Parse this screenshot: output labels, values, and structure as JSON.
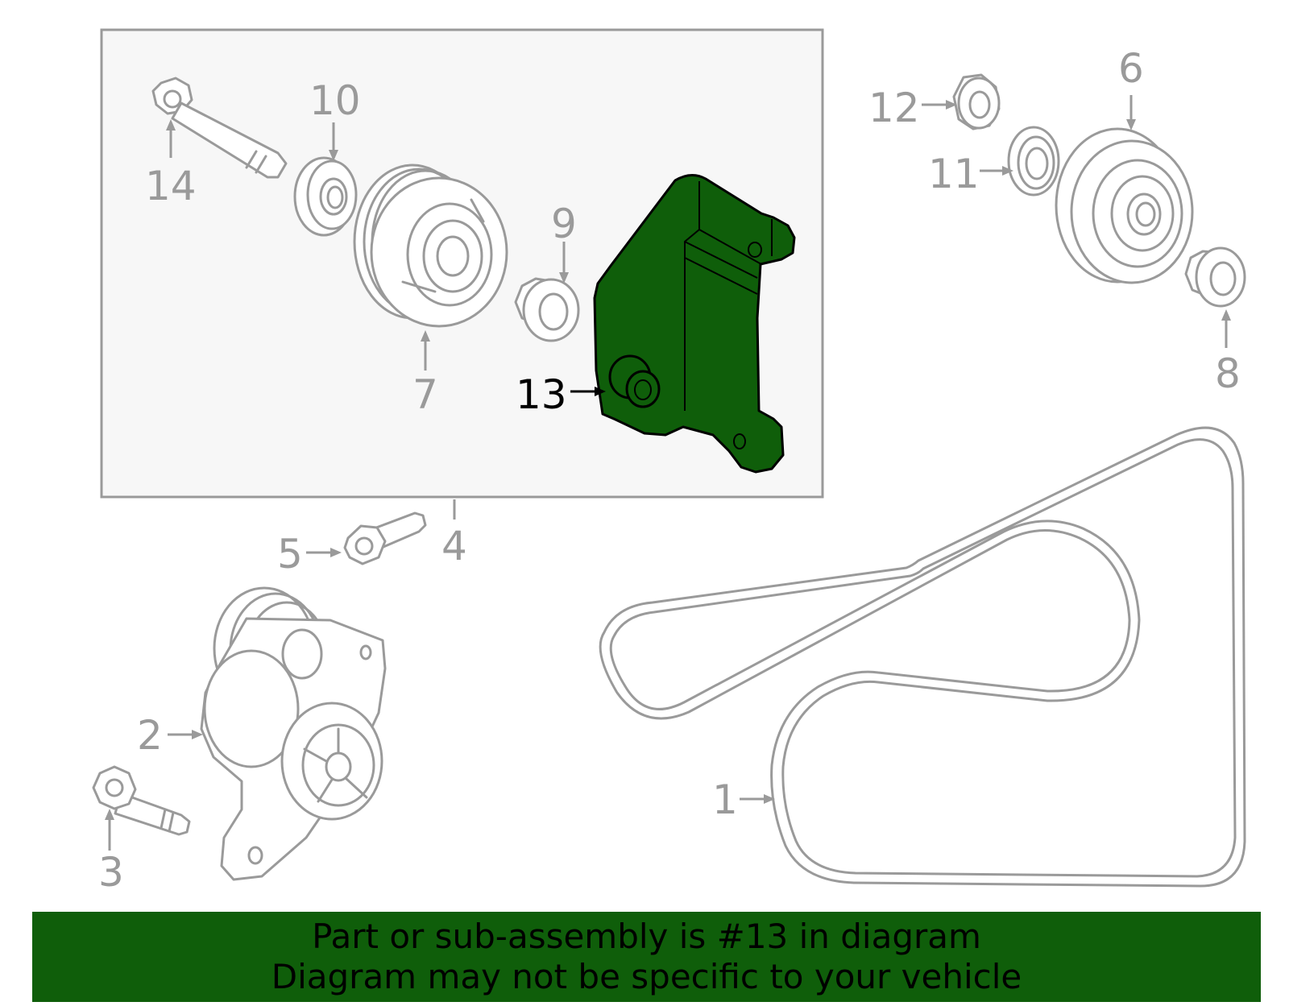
{
  "colors": {
    "highlight": "#0f5e0a",
    "line": "#9a9a9a",
    "box_fill": "#f7f7f7",
    "banner": "#0f5e0a"
  },
  "callouts": {
    "c1": "1",
    "c2": "2",
    "c3": "3",
    "c4": "4",
    "c5": "5",
    "c6": "6",
    "c7": "7",
    "c8": "8",
    "c9": "9",
    "c10": "10",
    "c11": "11",
    "c12": "12",
    "c13": "13",
    "c14": "14"
  },
  "highlighted_part": "13",
  "footer": {
    "line1": "Part or sub-assembly is #13 in diagram",
    "line2": "Diagram may not be specific to your vehicle"
  }
}
